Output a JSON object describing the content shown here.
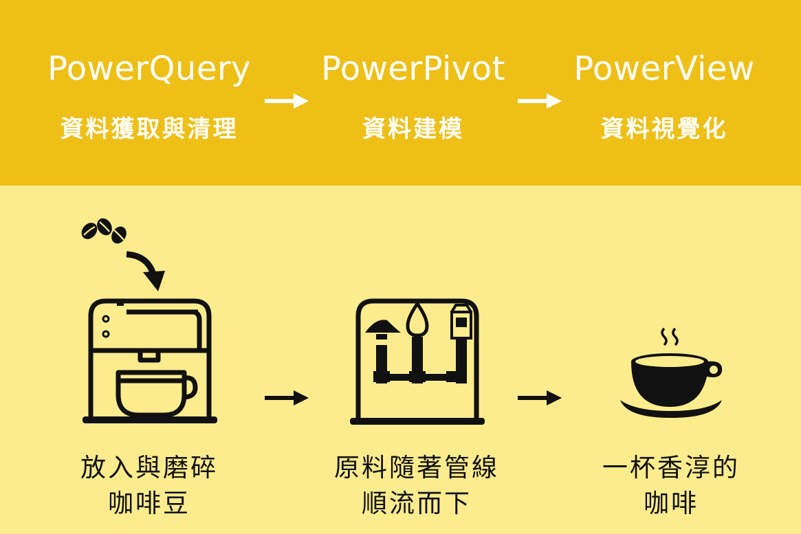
{
  "colors": {
    "band": "#EDBF17",
    "background": "#FCEC8E",
    "ink": "#111111",
    "header_text": "#ffffff"
  },
  "steps": [
    {
      "tool": "PowerQuery",
      "task": "資料獲取與清理",
      "caption_line1": "放入與磨碎",
      "caption_line2": "咖啡豆",
      "icon": "coffee-machine-icon"
    },
    {
      "tool": "PowerPivot",
      "task": "資料建模",
      "caption_line1": "原料隨著管線",
      "caption_line2": "順流而下",
      "icon": "pipeline-icon"
    },
    {
      "tool": "PowerView",
      "task": "資料視覺化",
      "caption_line1": "一杯香淳的",
      "caption_line2": "咖啡",
      "icon": "coffee-cup-icon"
    }
  ],
  "decorations": {
    "beans_icon": "coffee-beans-icon",
    "arrow_icon": "right-arrow-icon"
  }
}
